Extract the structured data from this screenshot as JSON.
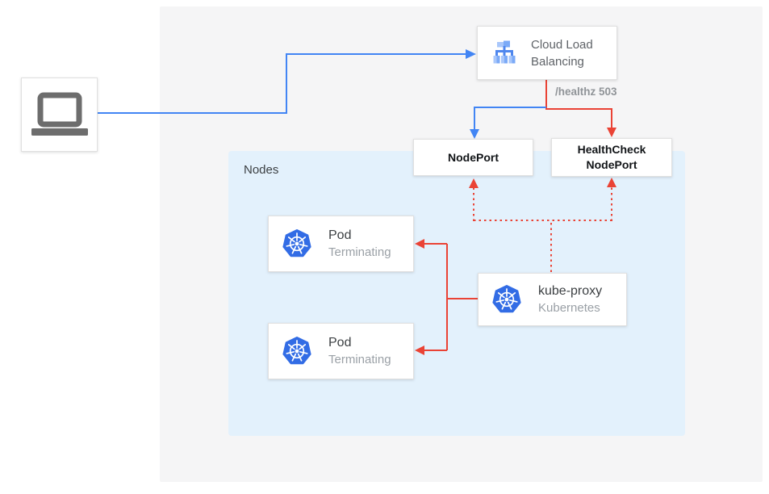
{
  "panels": {
    "nodes_label": "Nodes"
  },
  "nodes": {
    "client": {
      "icon": "laptop-icon"
    },
    "cloud_load_balancing": {
      "label": "Cloud Load Balancing",
      "icon": "cloud-load-balancing-icon"
    },
    "nodeport": {
      "label": "NodePort"
    },
    "healthcheck_nodeport": {
      "label": "HealthCheck NodePort"
    },
    "pod_1": {
      "title": "Pod",
      "subtitle": "Terminating",
      "icon": "kubernetes-icon"
    },
    "pod_2": {
      "title": "Pod",
      "subtitle": "Terminating",
      "icon": "kubernetes-icon"
    },
    "kube_proxy": {
      "title": "kube-proxy",
      "subtitle": "Kubernetes",
      "icon": "kubernetes-icon"
    }
  },
  "edge_labels": {
    "healthz": "/healthz 503"
  },
  "colors": {
    "traffic_blue": "#4285f4",
    "health_red": "#ea4335",
    "outer_panel_bg": "#f5f5f6",
    "nodes_panel_bg": "#e3f1fc",
    "box_border": "#e0e0e0",
    "title_text": "#3c4043",
    "subtitle_text": "#9aa0a6",
    "port_text": "#111417",
    "clb_text": "#5f6368",
    "healthz_text": "#909498",
    "laptop_gray": "#6d6d6d",
    "kubernetes_blue": "#326ce5",
    "clb_icon_light": "#a9c7fb",
    "clb_icon_medium": "#7baaf7",
    "clb_icon_dark": "#4f87ee"
  },
  "connections": [
    {
      "from": "client",
      "to": "cloud_load_balancing",
      "style": "solid",
      "color": "blue"
    },
    {
      "from": "cloud_load_balancing",
      "to": "nodeport",
      "style": "solid",
      "color": "blue"
    },
    {
      "from": "cloud_load_balancing",
      "to": "healthcheck_nodeport",
      "style": "solid",
      "color": "red",
      "label": "/healthz 503"
    },
    {
      "from": "kube_proxy",
      "to": "nodeport",
      "style": "dotted",
      "color": "red"
    },
    {
      "from": "kube_proxy",
      "to": "healthcheck_nodeport",
      "style": "dotted",
      "color": "red"
    },
    {
      "from": "kube_proxy",
      "to": "pod_1",
      "style": "solid",
      "color": "red"
    },
    {
      "from": "kube_proxy",
      "to": "pod_2",
      "style": "solid",
      "color": "red"
    }
  ]
}
